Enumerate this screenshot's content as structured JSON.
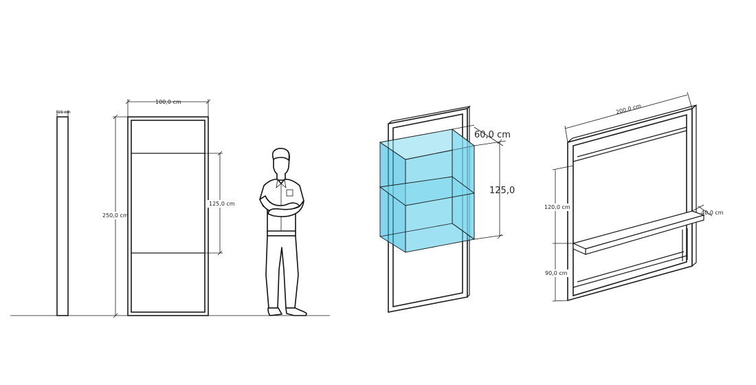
{
  "colors": {
    "glass": "#4cc8e8",
    "line": "#1a1a1a"
  },
  "labels": {
    "side_depth": "15 cm",
    "front_width": "100,0 cm",
    "front_height": "250,0 cm",
    "front_glass": "125,0 cm",
    "iso_depth": "60,0 cm",
    "iso_glass": "125,0",
    "desk_width": "200,0 cm",
    "desk_upper": "120,0 cm",
    "desk_lower": "90,0 cm",
    "desk_shelf": "40,0 cm"
  },
  "icons": [
    "human-silhouette"
  ]
}
